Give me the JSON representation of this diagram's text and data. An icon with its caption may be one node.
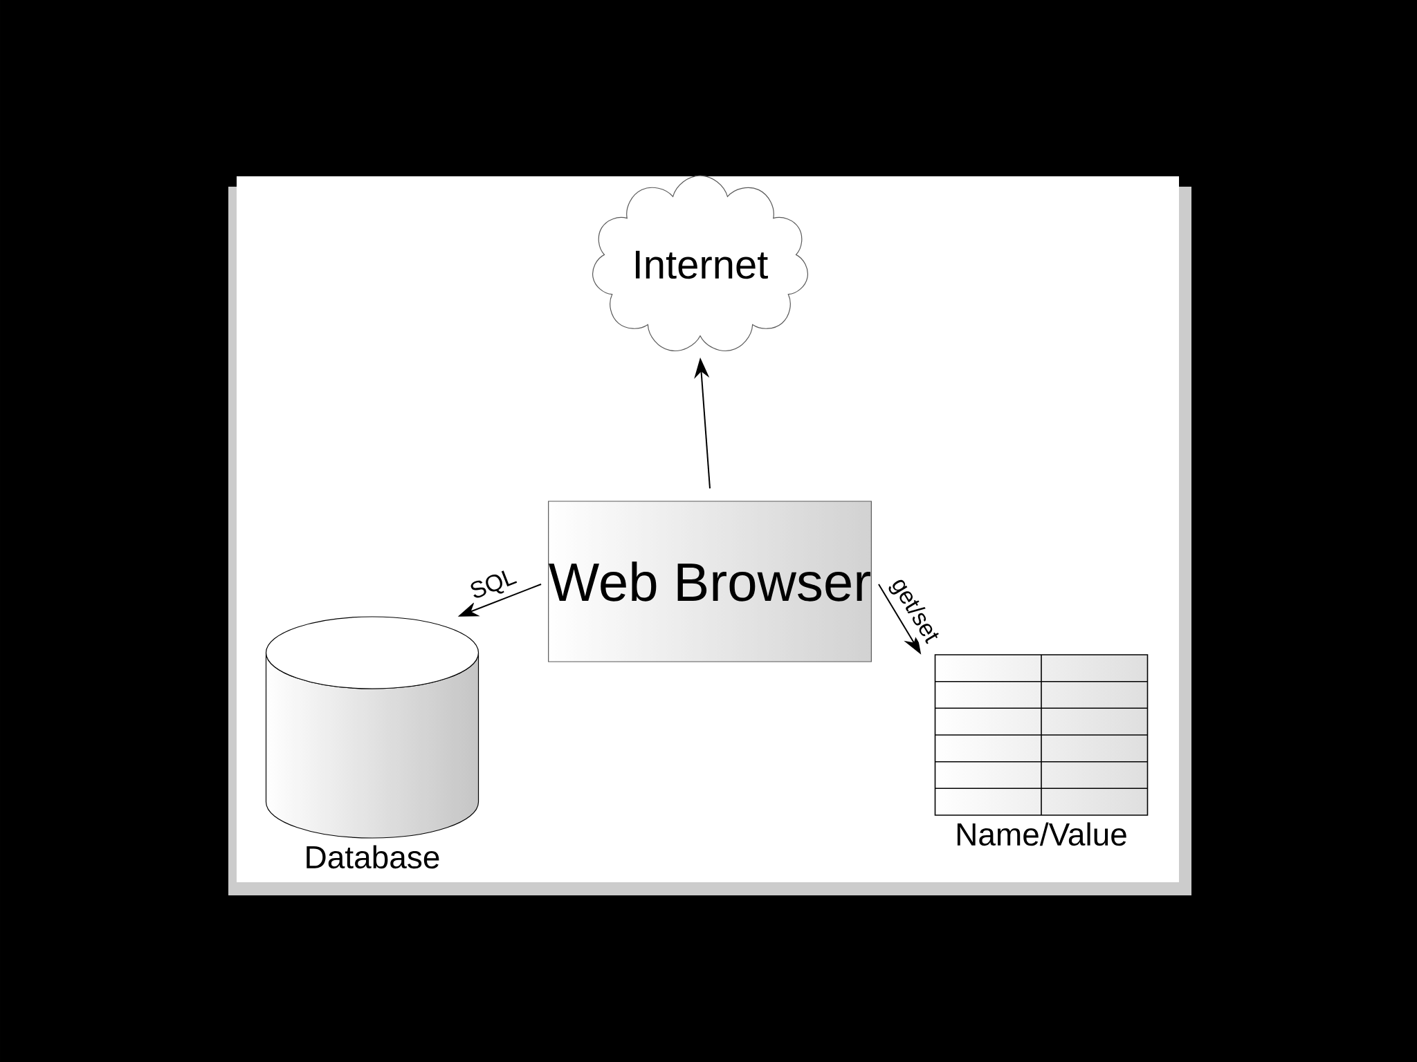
{
  "diagram": {
    "nodes": [
      {
        "text": [
          "Internet"
        ]
      },
      {
        "text": [
          "Web Browser"
        ]
      },
      {
        "text": [],
        "shape": "cylinder",
        "beside": [
          "Database"
        ]
      },
      {
        "text": [],
        "shape": "table",
        "beside": [
          "Name/Value"
        ]
      }
    ],
    "edges": [
      {
        "from": 1,
        "to": 0,
        "arrow": "to"
      },
      {
        "from": 1,
        "to": 2,
        "arrow": "to",
        "label": "SQL"
      },
      {
        "from": 1,
        "to": 3,
        "arrow": "to",
        "label": "get/set"
      }
    ]
  }
}
